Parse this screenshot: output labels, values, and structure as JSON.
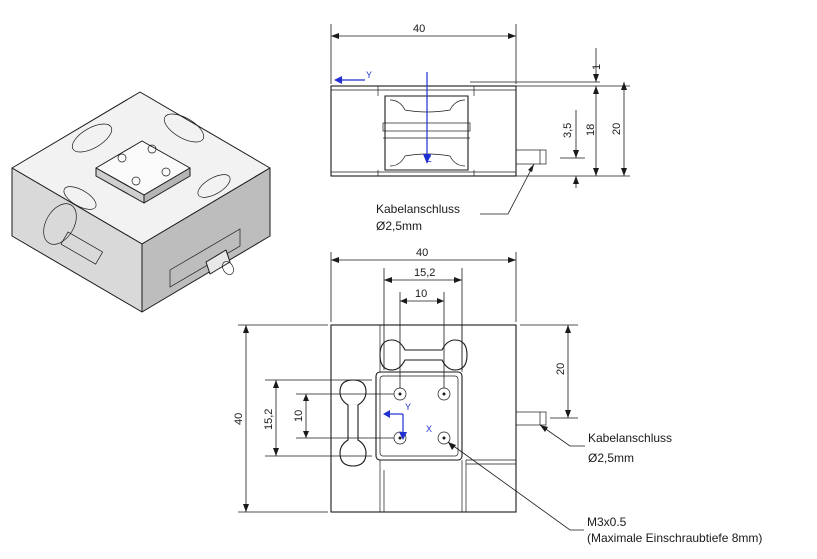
{
  "side_view": {
    "width_label": "40",
    "offset_label": "1",
    "height_label": "18",
    "total_height_label": "20",
    "small_label": "3,5",
    "axis_y": "Y",
    "axis_z": "Z",
    "cable_note_line1": "Kabelanschluss",
    "cable_note_line2": "Ø2,5mm"
  },
  "top_view": {
    "width_label": "40",
    "inner_width_label": "15,2",
    "hole_spacing_label": "10",
    "height_label": "40",
    "inner_height_label": "15,2",
    "hole_vertical_label": "10",
    "right_offset_label": "20",
    "axis_y": "Y",
    "axis_x": "X",
    "cable_note_line1": "Kabelanschluss",
    "cable_note_line2": "Ø2,5mm",
    "thread_note_line1": "M3x0.5",
    "thread_note_line2": "(Maximale Einschraubtiefe 8mm)"
  },
  "colors": {
    "line": "#1a1a1a",
    "axis": "#1f2fd0",
    "iso_light": "#f2f2f2",
    "iso_mid": "#d9d9d9",
    "iso_dark": "#bdbdbd"
  }
}
